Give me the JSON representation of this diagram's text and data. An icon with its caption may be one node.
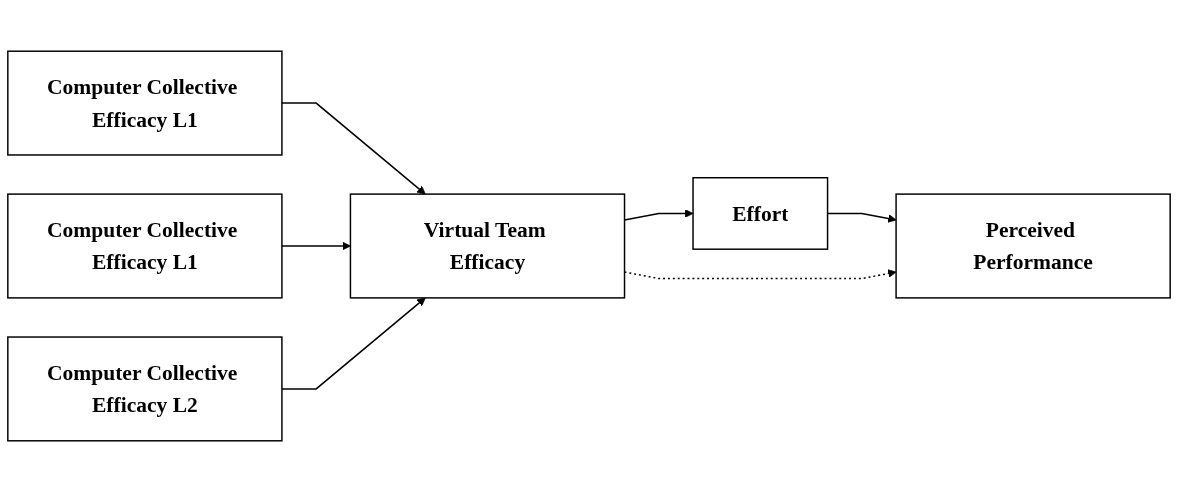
{
  "diagram": {
    "nodes": [
      {
        "text": [
          "Computer Collective Efficacy L1"
        ]
      },
      {
        "text": [
          "Computer Collective Efficacy L1"
        ]
      },
      {
        "text": [
          "Computer Collective Efficacy L2"
        ]
      },
      {
        "text": [
          "Virtual Team Efficacy"
        ]
      },
      {
        "text": [
          "Effort"
        ]
      },
      {
        "text": [
          "Perceived Performance"
        ]
      }
    ],
    "edges": [
      {
        "from": 0,
        "to": 3,
        "arrow": "to"
      },
      {
        "from": 1,
        "to": 3,
        "arrow": "to"
      },
      {
        "from": 2,
        "to": 3,
        "arrow": "to"
      },
      {
        "from": 3,
        "to": 4,
        "arrow": "to"
      },
      {
        "from": 4,
        "to": 5,
        "arrow": "to"
      },
      {
        "from": 3,
        "to": 5,
        "arrow": "to",
        "style": "dashed"
      }
    ]
  }
}
